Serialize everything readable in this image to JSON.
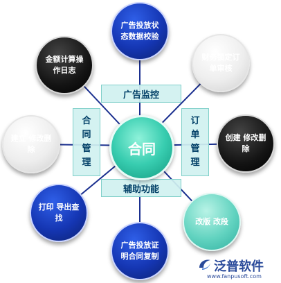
{
  "center_label": "合同",
  "panels": {
    "top": "广告监控",
    "bottom": "辅助功能",
    "left": "合同管理",
    "right": "订单管理"
  },
  "nodes": {
    "top": "广告投放状态数据校验",
    "top_right": "财务锁定订单审核",
    "right": "创建 修改删除",
    "bottom_right": "改版 改段",
    "bottom": "广告投放证明合同复制",
    "bottom_left": "打印 导出查找",
    "left": "建立 修改删除",
    "top_left": "金额计算操作日志"
  },
  "logo": {
    "name": "泛普软件",
    "url": "www.fanpusoft.com"
  },
  "colors": {
    "line": "#1a2f8f",
    "blue": "#1536b3",
    "black": "#111111",
    "gray": "#e8e8e8",
    "green": "#4ec9b4",
    "center": "#2ec5a8"
  }
}
